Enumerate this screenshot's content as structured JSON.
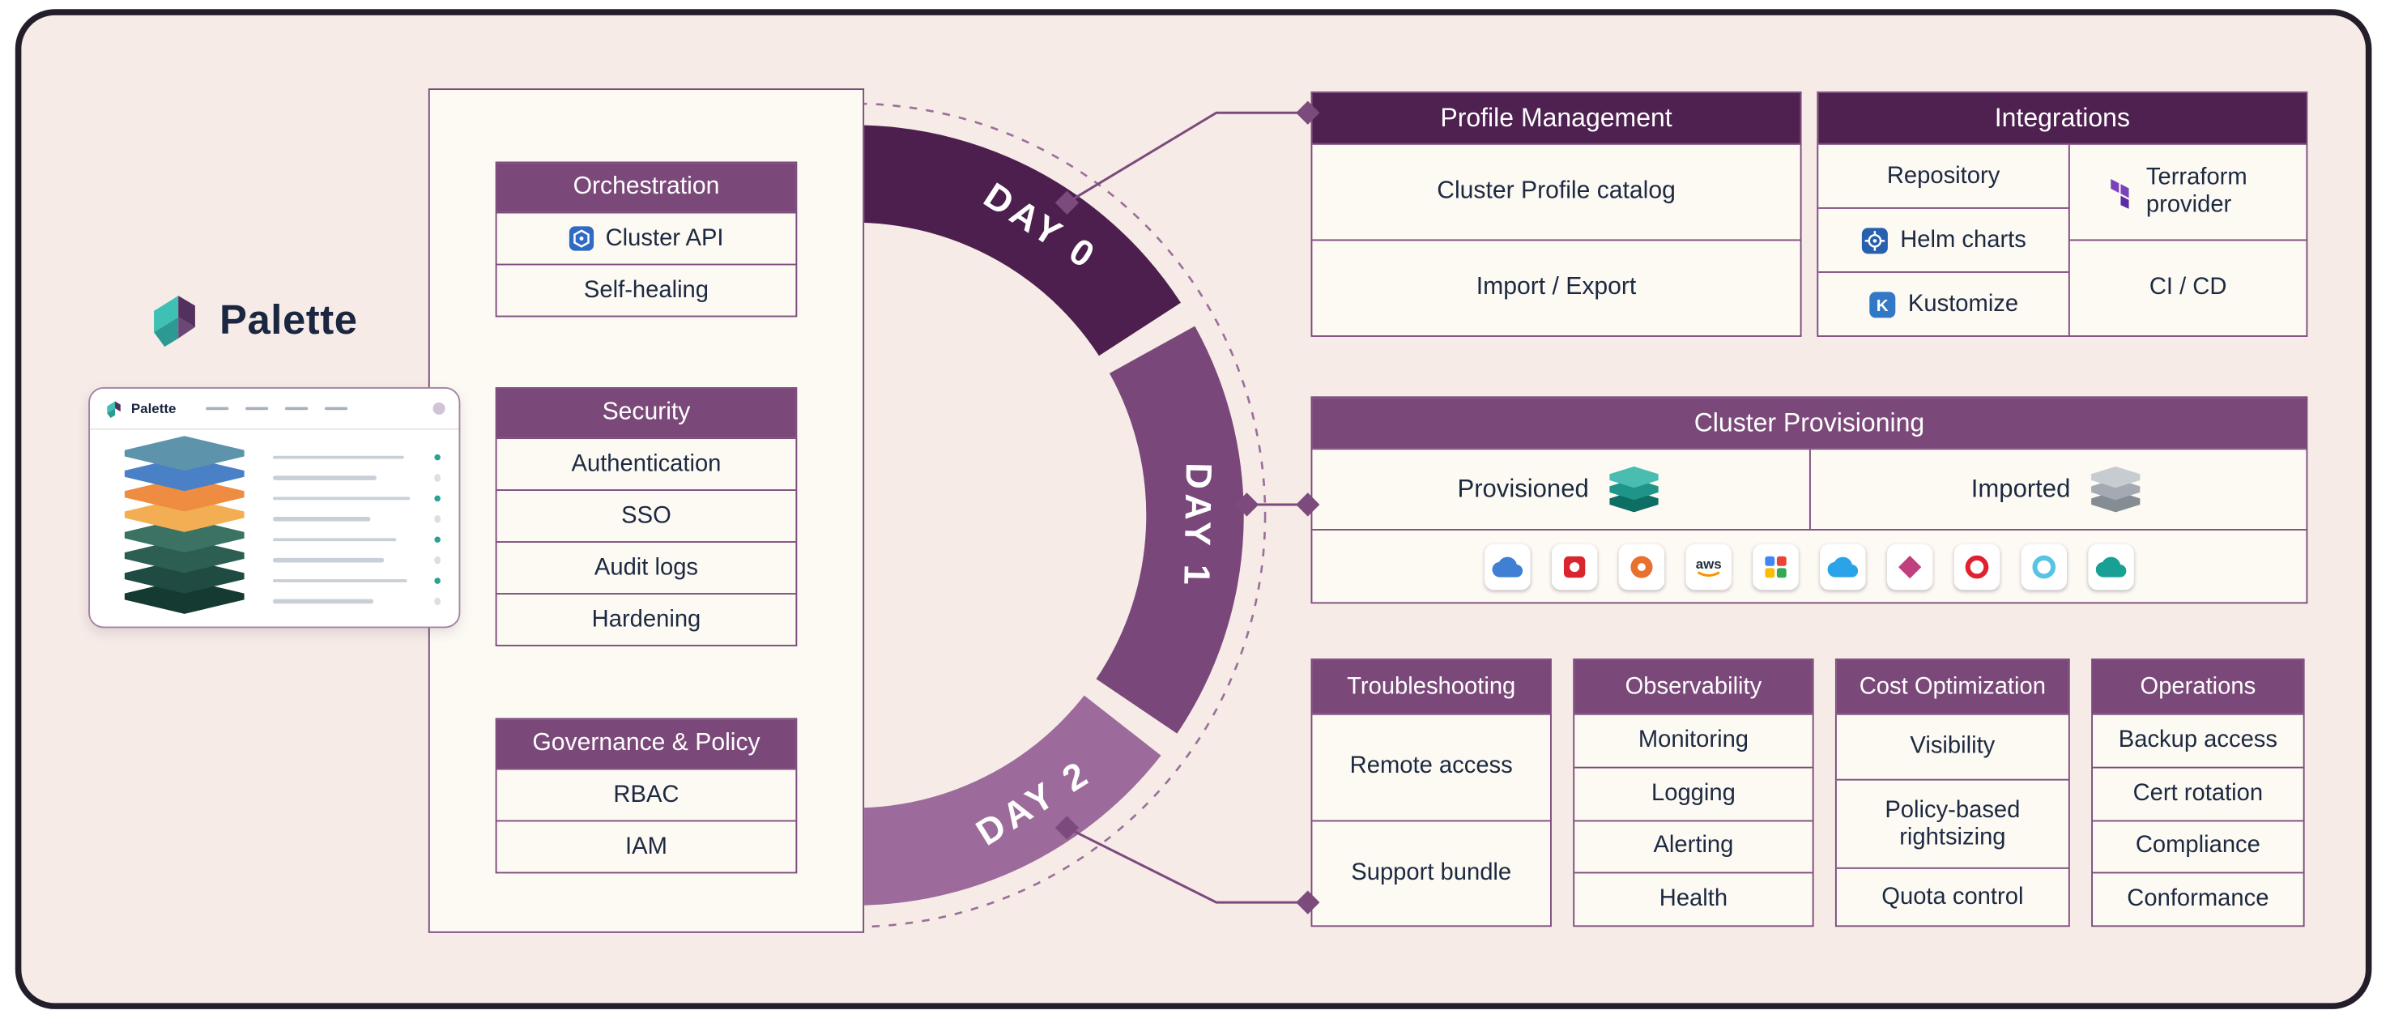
{
  "colors": {
    "background": "#f6ebe7",
    "frame_border": "#241e2b",
    "header_purple": "#7b4979",
    "header_dark_purple": "#4e2150",
    "row_background": "#fdfaf4",
    "border_purple": "#7c4a7c",
    "text_dark": "#1c2940",
    "day0_arc": "#4d1f4e",
    "day1_arc": "#7a477b",
    "day2_arc": "#9d6b9b",
    "brand_teal": "#3ec0b4",
    "brand_purple": "#53315e"
  },
  "brand": {
    "name": "Palette"
  },
  "mockup": {
    "brand": "Palette"
  },
  "left_panel": {
    "sections": [
      {
        "title": "Orchestration",
        "rows": [
          {
            "label": "Cluster API",
            "icon": "cluster-api-icon"
          },
          {
            "label": "Self-healing"
          }
        ]
      },
      {
        "title": "Security",
        "rows": [
          {
            "label": "Authentication"
          },
          {
            "label": "SSO"
          },
          {
            "label": "Audit logs"
          },
          {
            "label": "Hardening"
          }
        ]
      },
      {
        "title": "Governance & Policy",
        "rows": [
          {
            "label": "RBAC"
          },
          {
            "label": "IAM"
          }
        ]
      }
    ]
  },
  "lifecycle_ring": {
    "segments": [
      {
        "label": "DAY 0"
      },
      {
        "label": "DAY 1"
      },
      {
        "label": "DAY 2"
      }
    ]
  },
  "profile_management": {
    "title": "Profile Management",
    "rows": [
      {
        "label": "Cluster Profile catalog"
      },
      {
        "label": "Import / Export"
      }
    ]
  },
  "integrations": {
    "title": "Integrations",
    "left_column": [
      {
        "label": "Repository"
      },
      {
        "label": "Helm charts",
        "icon": "helm-icon"
      },
      {
        "label": "Kustomize",
        "icon": "kustomize-icon"
      }
    ],
    "right_column": [
      {
        "label": "Terraform provider",
        "icon": "terraform-icon"
      },
      {
        "label": "CI / CD"
      }
    ]
  },
  "cluster_provisioning": {
    "title": "Cluster Provisioning",
    "cells": [
      {
        "label": "Provisioned",
        "icon": "provisioned-stack-icon",
        "icon_color": "#1f9488"
      },
      {
        "label": "Imported",
        "icon": "imported-stack-icon",
        "icon_color": "#a3aab1"
      }
    ],
    "providers": [
      {
        "icon": "cloud-provider-icon-1",
        "color": "#3f7fd4",
        "shape": "cloud"
      },
      {
        "icon": "cloud-provider-icon-2",
        "color": "#d9252e",
        "shape": "square"
      },
      {
        "icon": "cloud-provider-icon-3",
        "color": "#e9702e",
        "shape": "circle"
      },
      {
        "icon": "aws-icon",
        "label": "aws",
        "color": "#232f3e"
      },
      {
        "icon": "cloud-provider-icon-5",
        "color": "#4285f4",
        "shape": "four-color-grid"
      },
      {
        "icon": "cloud-provider-icon-6",
        "color": "#2aa3e8",
        "shape": "cloud"
      },
      {
        "icon": "cloud-provider-icon-7",
        "color": "#bf3f7f",
        "shape": "diamond"
      },
      {
        "icon": "cloud-provider-icon-8",
        "color": "#e02130",
        "shape": "ring"
      },
      {
        "icon": "cloud-provider-icon-9",
        "color": "#57c4e5",
        "shape": "ring"
      },
      {
        "icon": "cloud-provider-icon-10",
        "color": "#18a094",
        "shape": "cloud"
      }
    ]
  },
  "operations_tables": [
    {
      "title": "Troubleshooting",
      "rows": [
        {
          "label": "Remote access"
        },
        {
          "label": "Support bundle"
        }
      ]
    },
    {
      "title": "Observability",
      "rows": [
        {
          "label": "Monitoring"
        },
        {
          "label": "Logging"
        },
        {
          "label": "Alerting"
        },
        {
          "label": "Health"
        }
      ]
    },
    {
      "title": "Cost Optimization",
      "rows": [
        {
          "label": "Visibility"
        },
        {
          "label": "Policy-based rightsizing"
        },
        {
          "label": "Quota control"
        }
      ]
    },
    {
      "title": "Operations",
      "rows": [
        {
          "label": "Backup access"
        },
        {
          "label": "Cert rotation"
        },
        {
          "label": "Compliance"
        },
        {
          "label": "Conformance"
        }
      ]
    }
  ]
}
